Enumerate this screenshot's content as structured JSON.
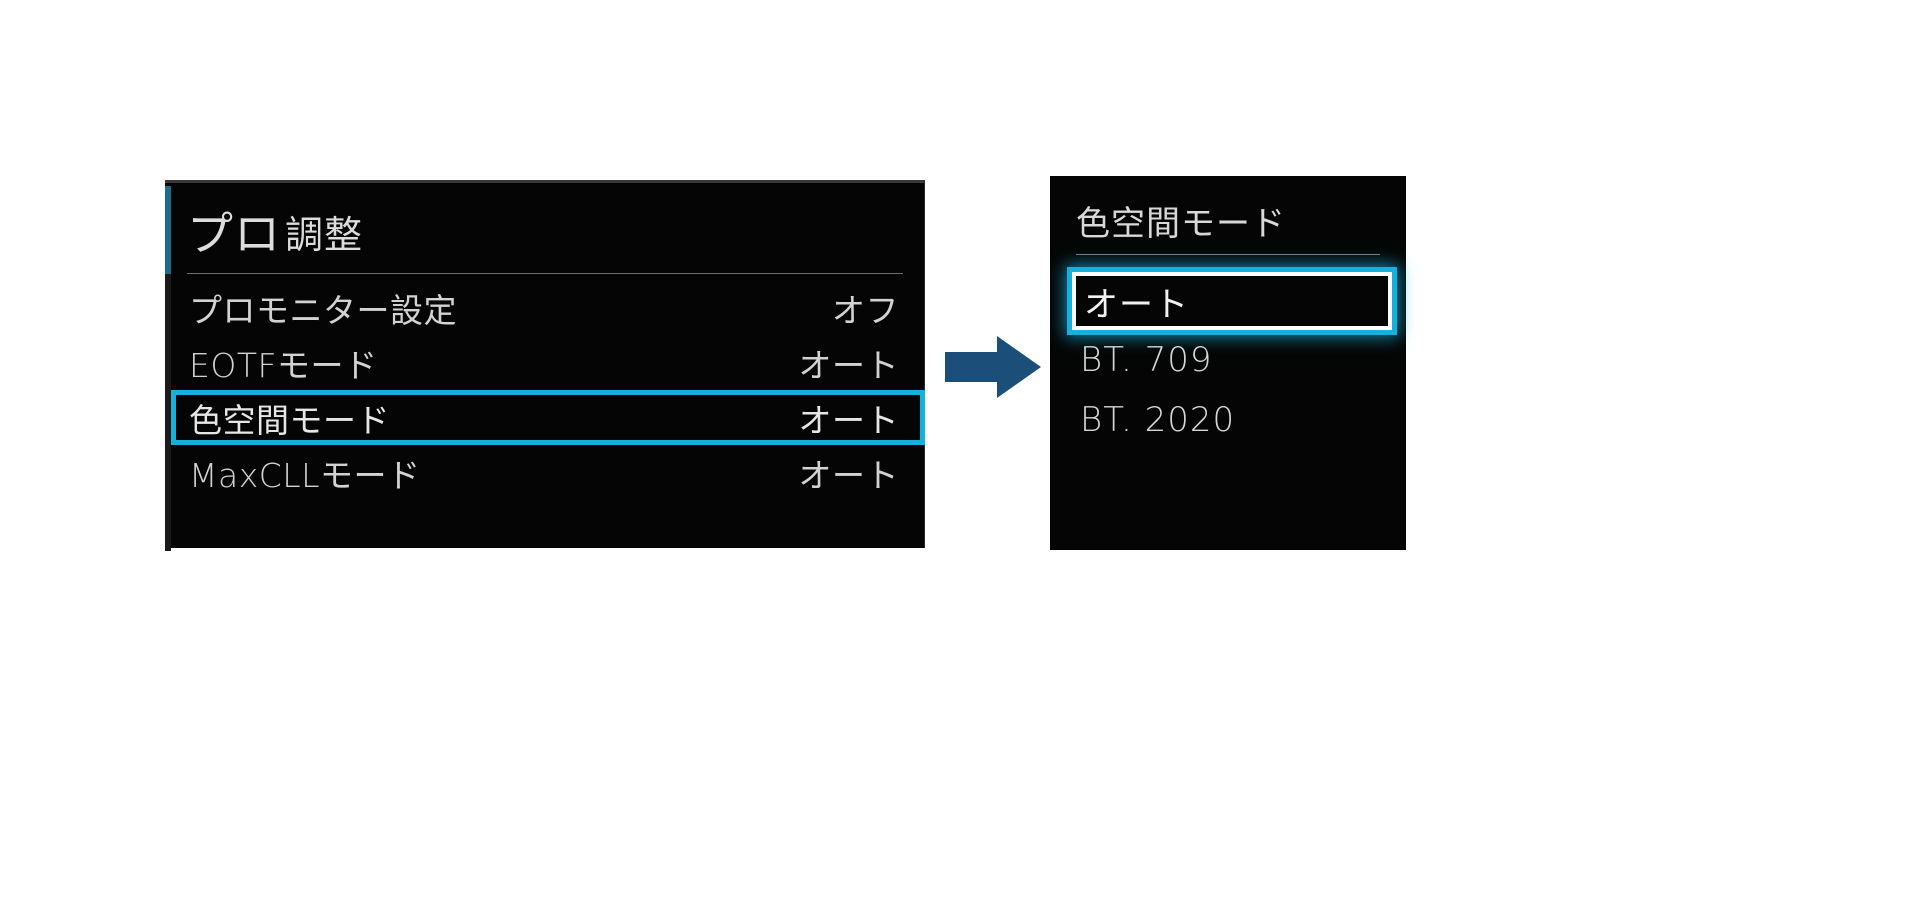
{
  "colors": {
    "accent_cyan": "#16b0dd",
    "accent_teal": "#1b6e86",
    "arrow_blue": "#1b4f7a",
    "panel_bg": "#050505",
    "text": "#d2d2d2",
    "page_bg": "#ffffff"
  },
  "osd_panel": {
    "title_main": "プロ",
    "title_sub": "調整",
    "rows": [
      {
        "label": "プロモニター設定",
        "value": "オフ",
        "selected": false
      },
      {
        "label": "EOTFモード",
        "value": "オート",
        "selected": false
      },
      {
        "label": "色空間モード",
        "value": "オート",
        "selected": true
      },
      {
        "label": "MaxCLLモード",
        "value": "オート",
        "selected": false
      }
    ]
  },
  "arrow": {
    "icon": "arrow-right-icon",
    "direction": "right"
  },
  "popup_panel": {
    "title": "色空間モード",
    "options": [
      {
        "label": "オート",
        "selected": true
      },
      {
        "label": "BT. 709",
        "selected": false
      },
      {
        "label": "BT. 2020",
        "selected": false
      }
    ]
  }
}
